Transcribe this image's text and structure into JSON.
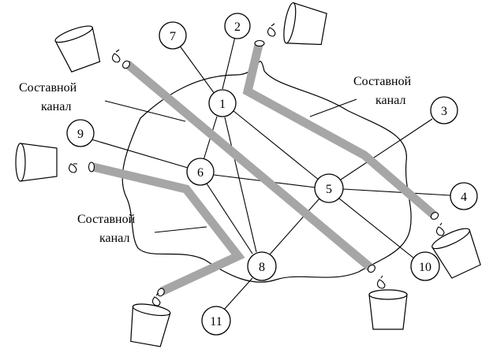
{
  "labels": {
    "composite_channel_line1": "Составной",
    "composite_channel_line2": "канал"
  },
  "nodes": [
    "1",
    "2",
    "3",
    "4",
    "5",
    "6",
    "7",
    "8",
    "9",
    "10",
    "11"
  ]
}
